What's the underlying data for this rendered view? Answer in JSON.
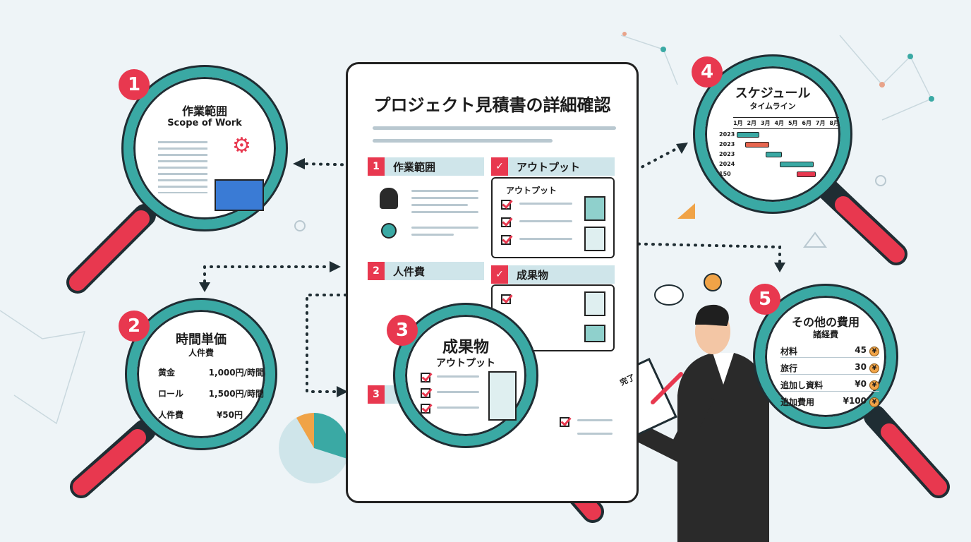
{
  "document": {
    "title": "プロジェクト見積書の詳細確認",
    "sections": [
      {
        "num": "1",
        "label": "作業範囲"
      },
      {
        "num": "2",
        "label": "人件費"
      },
      {
        "num": "3",
        "label": ""
      }
    ],
    "checks": [
      {
        "label": "アウトプット",
        "box_title": "アウトプット"
      },
      {
        "label": "成果物"
      }
    ]
  },
  "lenses": [
    {
      "num": "1",
      "title": "作業範囲",
      "subtitle": "Scope of Work"
    },
    {
      "num": "2",
      "title": "時間単価",
      "subtitle": "人件費",
      "rows": [
        {
          "label": "黄金",
          "value": "1,000円/時間"
        },
        {
          "label": "ロール",
          "value": "1,500円/時間"
        },
        {
          "label": "人件費",
          "value": "¥50円"
        }
      ]
    },
    {
      "num": "3",
      "title": "成果物",
      "subtitle": "アウトプット"
    },
    {
      "num": "4",
      "title": "スケジュール",
      "subtitle": "タイムライン",
      "months": [
        "1月",
        "2月",
        "3月",
        "4月",
        "5月",
        "6月",
        "7月",
        "8月"
      ],
      "rows": [
        "2023",
        "2023",
        "2023",
        "2024",
        "150"
      ]
    },
    {
      "num": "5",
      "title": "その他の費用",
      "subtitle": "諸経費",
      "rows": [
        {
          "label": "材料",
          "value": "45"
        },
        {
          "label": "旅行",
          "value": "30"
        },
        {
          "label": "追加し資料",
          "value": "¥0"
        },
        {
          "label": "追加費用",
          "value": "¥100"
        }
      ],
      "currency": "¥"
    }
  ],
  "notepad": {
    "text": "完了"
  },
  "colors": {
    "teal": "#3aa9a4",
    "red": "#e8384f",
    "background": "#eef4f7"
  }
}
